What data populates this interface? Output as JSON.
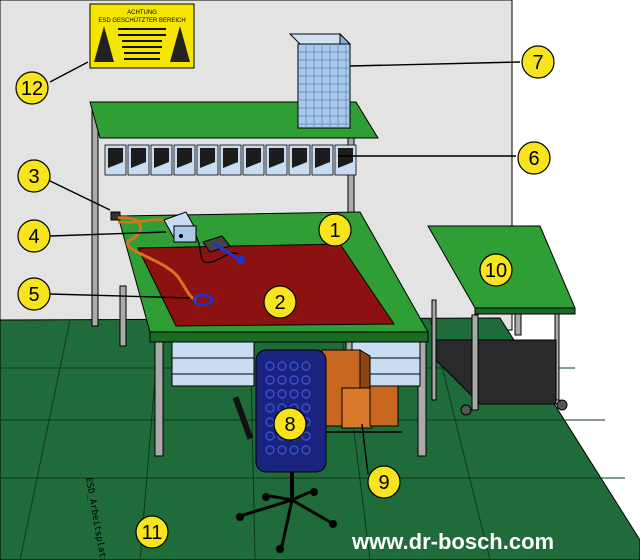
{
  "warning_sign": {
    "heading": "ACHTUNG",
    "subheading": "ESD GESCHÜTZTER BEREICH",
    "colors": {
      "background": "#f5e600",
      "text": "#000000"
    }
  },
  "callouts": [
    {
      "number": "1"
    },
    {
      "number": "2"
    },
    {
      "number": "3"
    },
    {
      "number": "4"
    },
    {
      "number": "5"
    },
    {
      "number": "6"
    },
    {
      "number": "7"
    },
    {
      "number": "8"
    },
    {
      "number": "9"
    },
    {
      "number": "10"
    },
    {
      "number": "11"
    },
    {
      "number": "12"
    }
  ],
  "file_label": "ESD_Arbeitsplatz.fig",
  "website": "www.dr-bosch.com",
  "colors": {
    "wall": "#e3e3e3",
    "floor": "#1f6b3a",
    "bench_top": "#2e9e35",
    "mat": "#8b1210",
    "bins": "#c8ddf2",
    "chair": "#1a237e",
    "boxes": "#c8671f",
    "callout": "#f8e41c"
  }
}
